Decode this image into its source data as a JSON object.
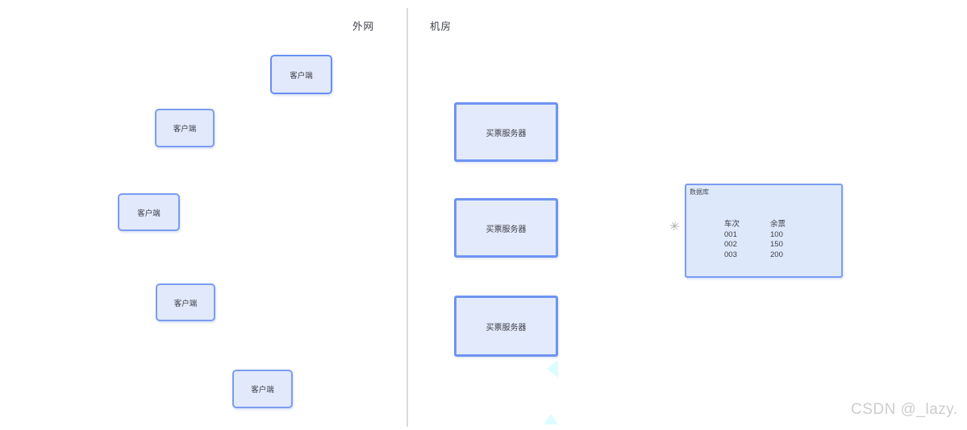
{
  "zones": {
    "left_label": "外网",
    "right_label": "机房"
  },
  "clients": [
    {
      "label": "客户端"
    },
    {
      "label": "客户端"
    },
    {
      "label": "客户端"
    },
    {
      "label": "客户端"
    },
    {
      "label": "客户端"
    }
  ],
  "servers": [
    {
      "label": "买票服务器"
    },
    {
      "label": "买票服务器"
    },
    {
      "label": "买票服务器"
    }
  ],
  "database": {
    "title": "数据库",
    "table": {
      "headers": [
        "车次",
        "余票"
      ],
      "rows": [
        [
          "001",
          "100"
        ],
        [
          "002",
          "150"
        ],
        [
          "003",
          "200"
        ]
      ]
    }
  },
  "cursor_glyph": "✳",
  "watermark": "CSDN @_lazy.",
  "colors": {
    "node_fill": "#e1e9fb",
    "node_border": "#6e93f2",
    "divider": "#d7dade",
    "text": "#3b3d44",
    "watermark": "#cdcdcd",
    "artifact_cyan": "#ddfcff"
  }
}
